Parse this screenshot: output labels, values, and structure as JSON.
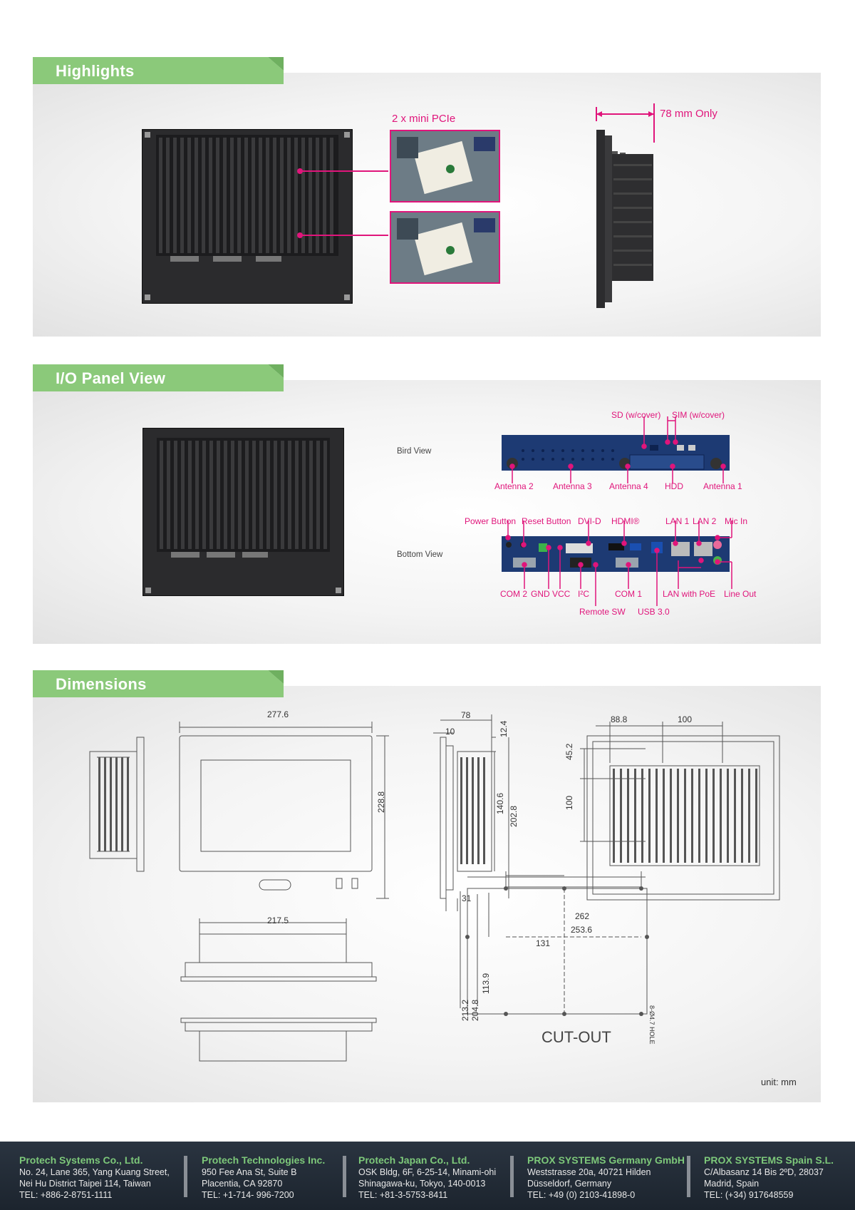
{
  "sections": {
    "highlights": "Highlights",
    "io_panel": "I/O Panel View",
    "dimensions": "Dimensions"
  },
  "highlights": {
    "mini_pcie": "2 x mini PCIe",
    "depth": "78 mm Only"
  },
  "io": {
    "bird_view": "Bird View",
    "bottom_view": "Bottom View",
    "bird_top_labels": [
      "SD (w/cover)",
      "SIM (w/cover)"
    ],
    "bird_bottom_labels": [
      "Antenna 2",
      "Antenna 3",
      "Antenna 4",
      "HDD",
      "Antenna 1"
    ],
    "bottom_top_labels": [
      "Power Button",
      "Reset Button",
      "DVI-D",
      "HDMI®",
      "LAN 1",
      "LAN 2",
      "Mic In"
    ],
    "bottom_bottom_labels": [
      "COM 2",
      "GND VCC",
      "I²C",
      "COM 1",
      "LAN with PoE",
      "Line Out"
    ],
    "bottom_lower_labels": [
      "Remote SW",
      "USB 3.0"
    ]
  },
  "dimensions": {
    "front_width": "277.6",
    "front_height": "228.8",
    "side_depth": "78",
    "side_bezel": "10",
    "side_top": "12.4",
    "side_inner": "140.6",
    "side_outer": "202.8",
    "side_bottom": "31",
    "rear_a": "88.8",
    "rear_b": "100",
    "rear_c": "45.2",
    "rear_d": "100",
    "top_width": "217.5",
    "cut_w1": "262",
    "cut_w2": "253.6",
    "cut_w3": "131",
    "cut_h1": "113.9",
    "cut_h2": "213.2",
    "cut_h3": "204.8",
    "hole": "8-Ø4.7 HOLE",
    "cutout": "CUT-OUT",
    "unit": "unit: mm"
  },
  "footer": [
    {
      "company": "Protech Systems Co., Ltd.",
      "lines": [
        "No. 24, Lane 365, Yang Kuang Street,",
        "Nei Hu District Taipei 114, Taiwan",
        "TEL: +886-2-8751-1111"
      ]
    },
    {
      "company": "Protech Technologies Inc.",
      "lines": [
        "950 Fee Ana St, Suite B",
        "Placentia, CA 92870",
        "TEL: +1-714- 996-7200"
      ]
    },
    {
      "company": "Protech Japan Co., Ltd.",
      "lines": [
        "OSK Bldg, 6F, 6-25-14, Minami-ohi",
        "Shinagawa-ku, Tokyo, 140-0013",
        "TEL: +81-3-5753-8411"
      ]
    },
    {
      "company": "PROX SYSTEMS Germany GmbH",
      "lines": [
        "Weststrasse 20a, 40721 Hilden",
        "Düsseldorf, Germany",
        "TEL: +49 (0) 2103-41898-0"
      ]
    },
    {
      "company": "PROX SYSTEMS Spain S.L.",
      "lines": [
        "C/Albasanz 14 Bis 2ºD, 28037",
        "Madrid, Spain",
        "TEL: (+34) 917648559"
      ]
    }
  ],
  "colors": {
    "accent": "#e0157b",
    "tab_green": "#8bc97a",
    "board_blue": "#1d3a73",
    "footer_bg": "#222b35"
  }
}
